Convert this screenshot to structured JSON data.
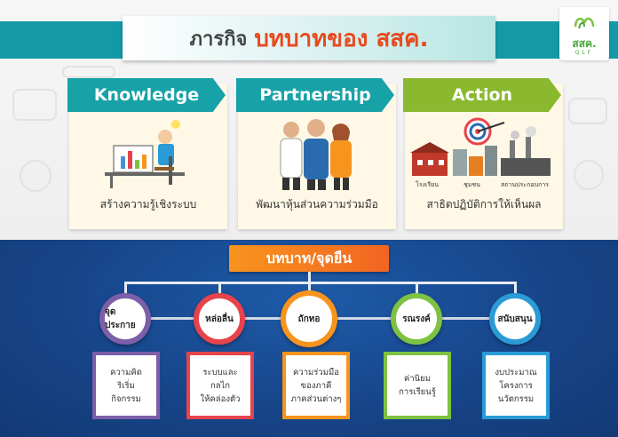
{
  "header": {
    "title_main": "ภารกิจ",
    "title_accent": "บทบาทของ สสค."
  },
  "logo": {
    "text": "สสค.",
    "sub": "QLF"
  },
  "cards": [
    {
      "label": "Knowledge",
      "caption": "สร้างความรู้เชิงระบบ",
      "color": "#17a2a8"
    },
    {
      "label": "Partnership",
      "caption": "พัฒนาหุ้นส่วนความร่วมมือ",
      "color": "#17a2a8"
    },
    {
      "label": "Action",
      "caption": "สาธิตปฏิบัติการให้เห็นผล",
      "color": "#8ab82e",
      "tags": [
        "โรงเรียน",
        "ชุมชน",
        "สถานประกอบการ"
      ]
    }
  ],
  "roles": {
    "title": "บทบาท/จุดยืน",
    "nodes": [
      {
        "label": "จุดประกาย",
        "ring": "#7b5fa8",
        "items": [
          "ความคิด",
          "ริเริ่ม",
          "กิจกรรม"
        ]
      },
      {
        "label": "หล่อลื่น",
        "ring": "#e8434b",
        "items": [
          "ระบบและ",
          "กลไก",
          "ให้คล่องตัว"
        ]
      },
      {
        "label": "ถักทอ",
        "ring": "#f7941d",
        "items": [
          "ความร่วมมือ",
          "ของภาคี",
          "ภาคส่วนต่างๆ"
        ]
      },
      {
        "label": "รณรงค์",
        "ring": "#7dc242",
        "items": [
          "ค่านิยม",
          "การเรียนรู้"
        ]
      },
      {
        "label": "สนับสนุน",
        "ring": "#2a9bd7",
        "items": [
          "งบประมาณ",
          "โครงการ",
          "นวัตกรรม"
        ]
      }
    ]
  }
}
